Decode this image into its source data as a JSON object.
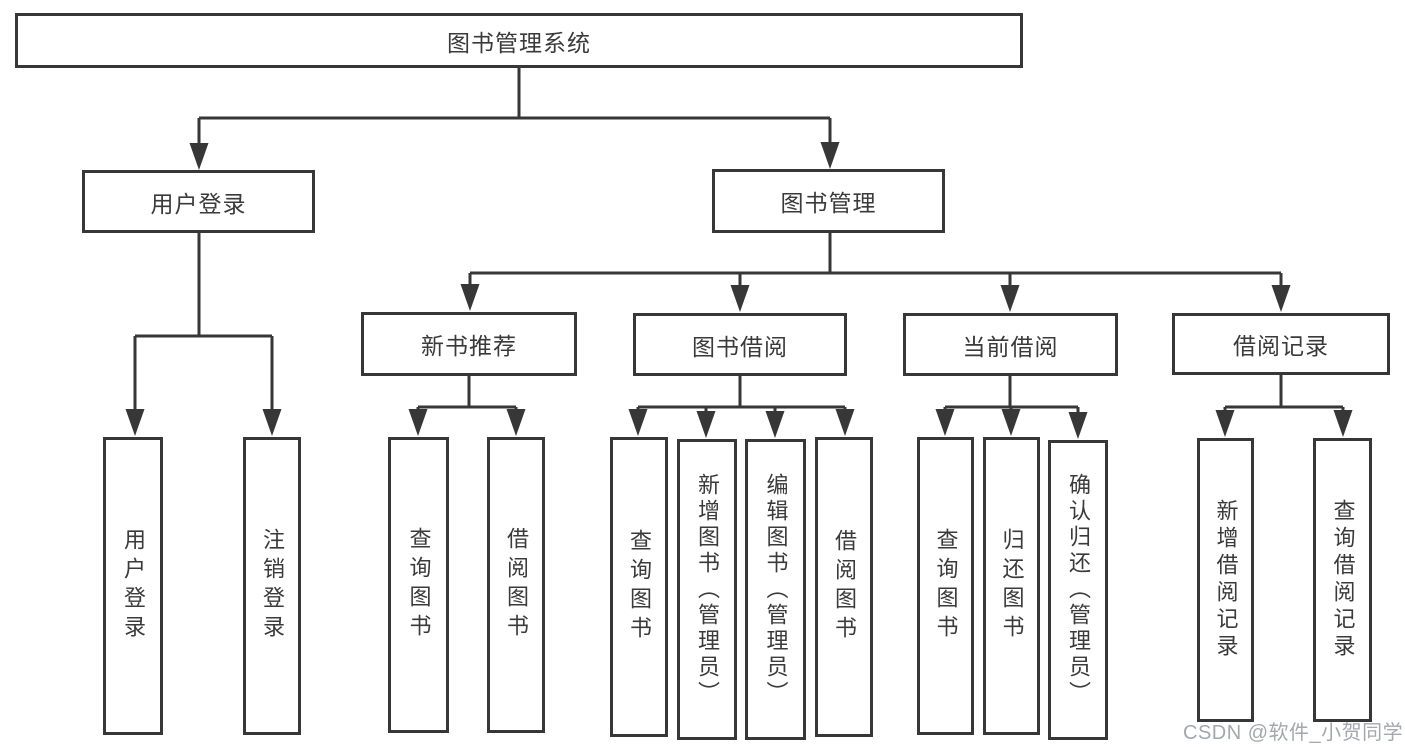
{
  "tree": {
    "label": "图书管理系统",
    "children": [
      {
        "label": "用户登录",
        "children": [
          {
            "label": "用户登录"
          },
          {
            "label": "注销登录"
          }
        ]
      },
      {
        "label": "图书管理",
        "children": [
          {
            "label": "新书推荐",
            "children": [
              {
                "label": "查询图书"
              },
              {
                "label": "借阅图书"
              }
            ]
          },
          {
            "label": "图书借阅",
            "children": [
              {
                "label": "查询图书"
              },
              {
                "label": "新增图书（管理员）"
              },
              {
                "label": "编辑图书（管理员）"
              },
              {
                "label": "借阅图书"
              }
            ]
          },
          {
            "label": "当前借阅",
            "children": [
              {
                "label": "查询图书"
              },
              {
                "label": "归还图书"
              },
              {
                "label": "确认归还（管理员）"
              }
            ]
          },
          {
            "label": "借阅记录",
            "children": [
              {
                "label": "新增借阅记录"
              },
              {
                "label": "查询借阅记录"
              }
            ]
          }
        ]
      }
    ]
  },
  "watermark": "CSDN @软件_小贺同学",
  "colors": {
    "line": "#373737",
    "text": "#3a3a3a",
    "background": "#ffffff",
    "watermark": "#9ea3a8"
  }
}
